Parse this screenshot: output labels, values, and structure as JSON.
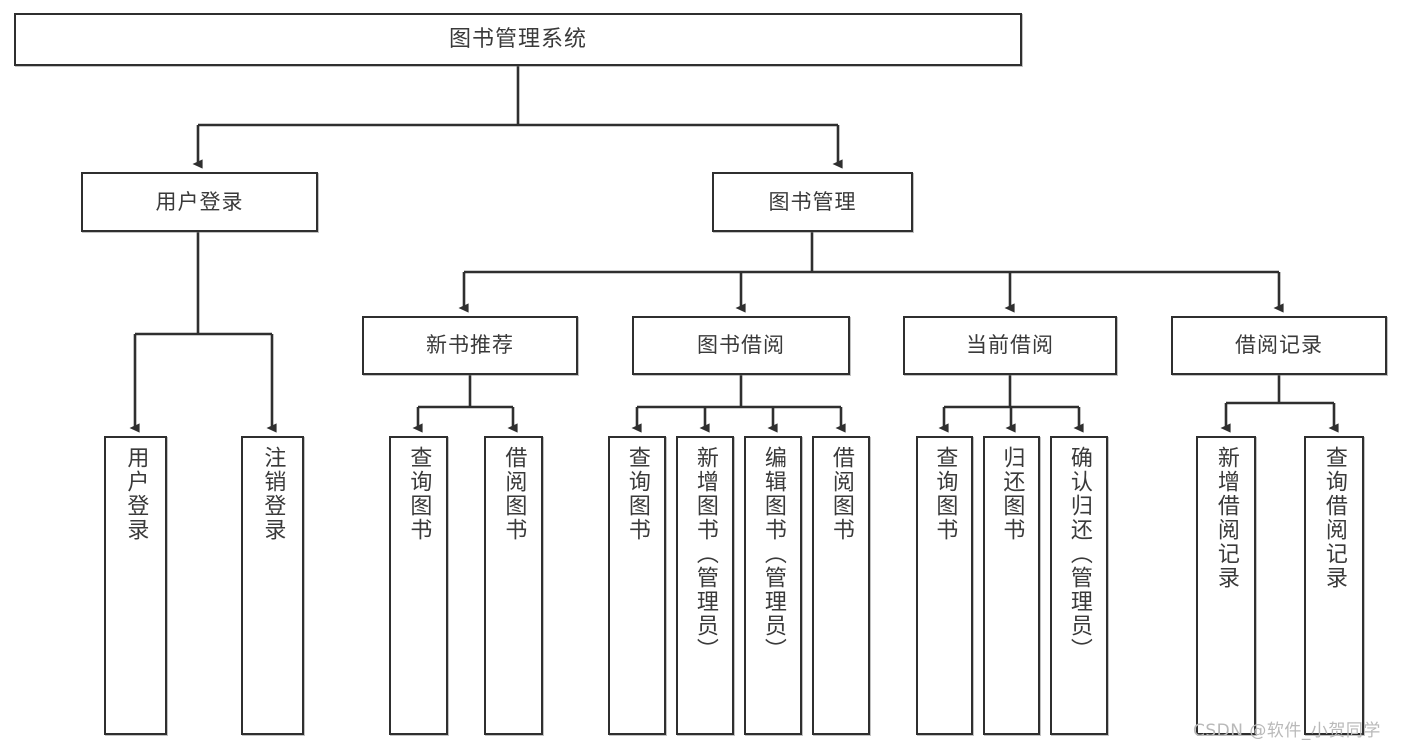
{
  "diagram": {
    "title": "图书管理系统",
    "type": "tree-hierarchy",
    "watermark": "CSDN @软件_小贺同学",
    "colors": {
      "stroke": "#2f2f2f",
      "fill": "#ffffff",
      "text": "#3a3a3a",
      "watermark": "#b9b9b9"
    },
    "nodes": {
      "root": {
        "label": "图书管理系统"
      },
      "level2": [
        {
          "id": "user-login",
          "label": "用户登录"
        },
        {
          "id": "book-manage",
          "label": "图书管理"
        }
      ],
      "level3": [
        {
          "id": "new-book-recommend",
          "label": "新书推荐"
        },
        {
          "id": "book-borrow",
          "label": "图书借阅"
        },
        {
          "id": "current-borrow",
          "label": "当前借阅"
        },
        {
          "id": "borrow-record",
          "label": "借阅记录"
        }
      ],
      "leaves": {
        "user_login": [
          {
            "id": "leaf-user-login",
            "label": "用户登录"
          },
          {
            "id": "leaf-logout",
            "label": "注销登录"
          }
        ],
        "new_book_recommend": [
          {
            "id": "leaf-query-book-1",
            "label": "查询图书"
          },
          {
            "id": "leaf-borrow-book-1",
            "label": "借阅图书"
          }
        ],
        "book_borrow": [
          {
            "id": "leaf-query-book-2",
            "label": "查询图书"
          },
          {
            "id": "leaf-add-book",
            "label": "新增图书（管理员）"
          },
          {
            "id": "leaf-edit-book",
            "label": "编辑图书（管理员）"
          },
          {
            "id": "leaf-borrow-book-2",
            "label": "借阅图书"
          }
        ],
        "current_borrow": [
          {
            "id": "leaf-query-book-3",
            "label": "查询图书"
          },
          {
            "id": "leaf-return-book",
            "label": "归还图书"
          },
          {
            "id": "leaf-confirm-return",
            "label": "确认归还（管理员）"
          }
        ],
        "borrow_record": [
          {
            "id": "leaf-add-record",
            "label": "新增借阅记录"
          },
          {
            "id": "leaf-query-record",
            "label": "查询借阅记录"
          }
        ]
      }
    }
  }
}
